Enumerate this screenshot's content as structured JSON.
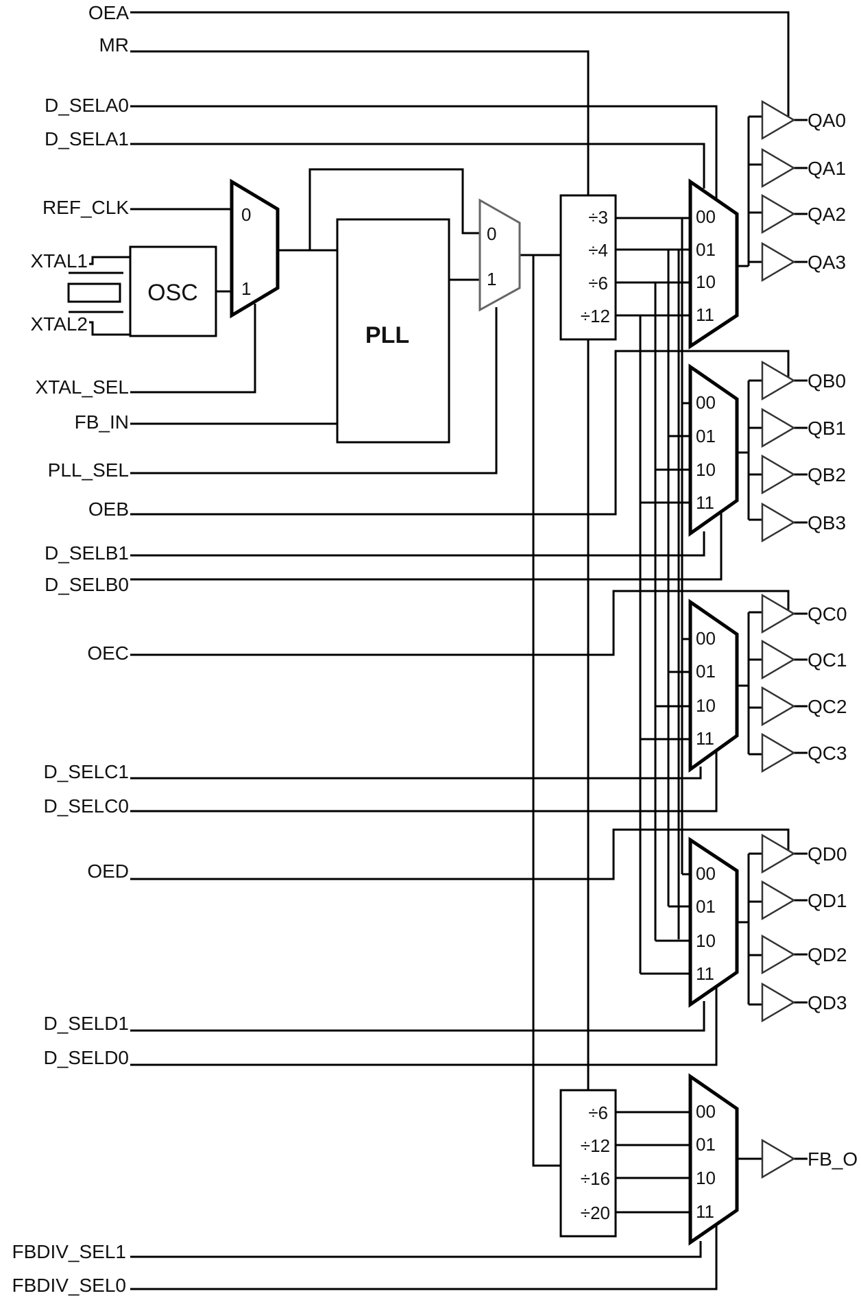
{
  "inputs": {
    "oea": "OEA",
    "mr": "MR",
    "d_sela0": "D_SELA0",
    "d_sela1": "D_SELA1",
    "ref_clk": "REF_CLK",
    "xtal1": "XTAL1",
    "xtal2": "XTAL2",
    "xtal_sel": "XTAL_SEL",
    "fb_in": "FB_IN",
    "pll_sel": "PLL_SEL",
    "oeb": "OEB",
    "d_selb1": "D_SELB1",
    "d_selb0": "D_SELB0",
    "oec": "OEC",
    "d_selc1": "D_SELC1",
    "d_selc0": "D_SELC0",
    "oed": "OED",
    "d_seld1": "D_SELD1",
    "d_seld0": "D_SELD0",
    "fbdiv_sel1": "FBDIV_SEL1",
    "fbdiv_sel0": "FBDIV_SEL0"
  },
  "blocks": {
    "osc": "OSC",
    "pll": "PLL"
  },
  "mux2_labels": [
    "0",
    "1"
  ],
  "mux4_labels": [
    "00",
    "01",
    "10",
    "11"
  ],
  "main_divider": [
    "÷3",
    "÷4",
    "÷6",
    "÷12"
  ],
  "fb_divider": [
    "÷6",
    "÷12",
    "÷16",
    "÷20"
  ],
  "outputs": {
    "a": [
      "QA0",
      "QA1",
      "QA2",
      "QA3"
    ],
    "b": [
      "QB0",
      "QB1",
      "QB2",
      "QB3"
    ],
    "c": [
      "QC0",
      "QC1",
      "QC2",
      "QC3"
    ],
    "d": [
      "QD0",
      "QD1",
      "QD2",
      "QD3"
    ],
    "fb": "FB_O"
  }
}
